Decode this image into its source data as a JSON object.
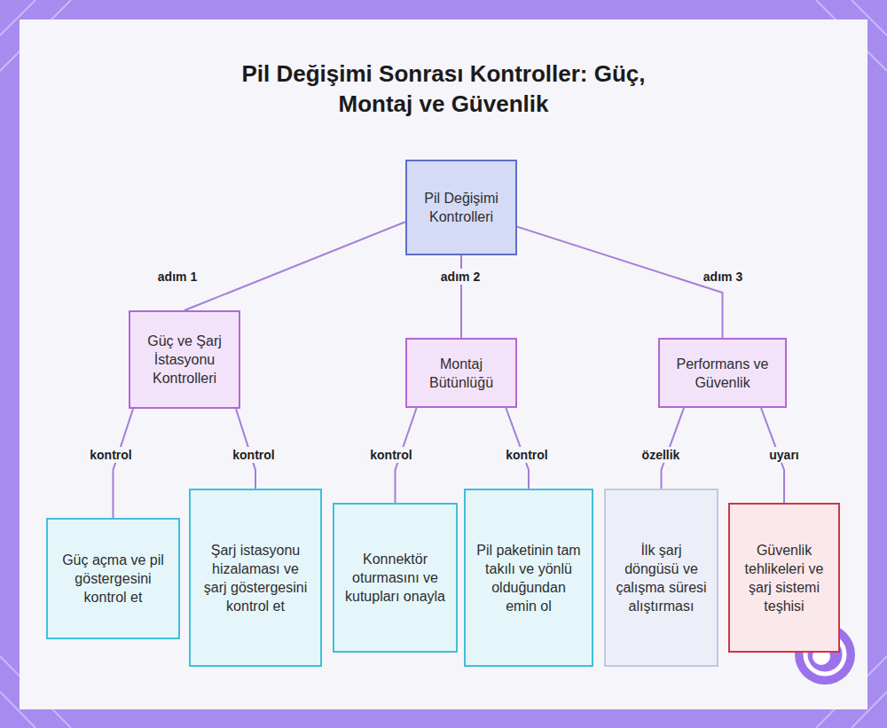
{
  "diagram": {
    "title": "Pil Değişimi Sonrası Kontroller: Güç, Montaj ve Güvenlik",
    "nodes": [
      {
        "text": [
          "Pil Değişimi Kontrolleri"
        ]
      },
      {
        "text": [
          "Güç ve Şarj İstasyonu Kontrolleri"
        ]
      },
      {
        "text": [
          "Montaj Bütünlüğü"
        ]
      },
      {
        "text": [
          "Performans ve Güvenlik"
        ]
      },
      {
        "text": [
          "Güç açma ve pil göstergesini kontrol et"
        ]
      },
      {
        "text": [
          "Şarj istasyonu hizalaması ve şarj göstergesini kontrol et"
        ]
      },
      {
        "text": [
          "Konnektör oturmasını ve kutupları onayla"
        ]
      },
      {
        "text": [
          "Pil paketinin tam takılı ve yönlü olduğundan emin ol"
        ]
      },
      {
        "text": [
          "İlk şarj döngüsü ve çalışma süresi alıştırması"
        ]
      },
      {
        "text": [
          "Güvenlik tehlikeleri ve şarj sistemi teşhisi"
        ]
      }
    ],
    "edges": [
      {
        "from": 0,
        "to": 1,
        "label": "adım 1",
        "arrow": "none"
      },
      {
        "from": 0,
        "to": 2,
        "label": "adım 2",
        "arrow": "none"
      },
      {
        "from": 0,
        "to": 3,
        "label": "adım 3",
        "arrow": "none"
      },
      {
        "from": 1,
        "to": 4,
        "label": "kontrol",
        "arrow": "none"
      },
      {
        "from": 1,
        "to": 5,
        "label": "kontrol",
        "arrow": "none"
      },
      {
        "from": 2,
        "to": 6,
        "label": "kontrol",
        "arrow": "none"
      },
      {
        "from": 2,
        "to": 7,
        "label": "kontrol",
        "arrow": "none"
      },
      {
        "from": 3,
        "to": 8,
        "label": "özellik",
        "arrow": "none"
      },
      {
        "from": 3,
        "to": 9,
        "label": "uyarı",
        "arrow": "none"
      }
    ]
  }
}
